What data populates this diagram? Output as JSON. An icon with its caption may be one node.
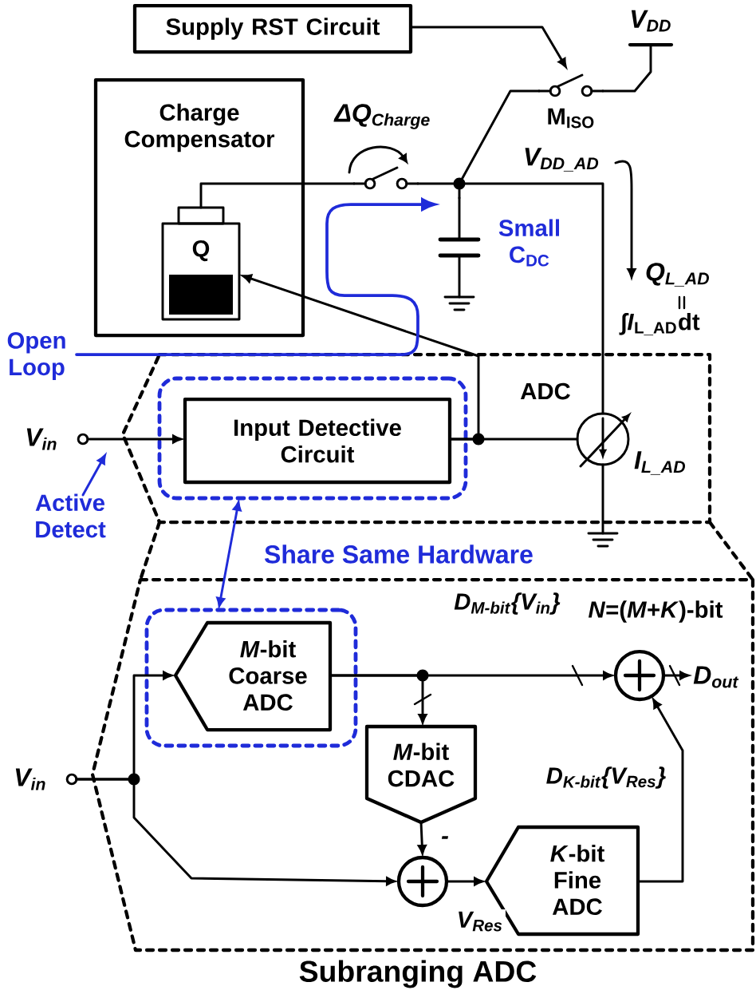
{
  "diagram": {
    "nodes": [
      {
        "text": [
          "Supply RST Circuit"
        ]
      },
      {
        "text": [
          "V$_{DD}$"
        ]
      },
      {
        "text": [],
        "shape": "switch",
        "beside": [
          "M$_{ISO}$"
        ]
      },
      {
        "text": [
          "Charge Compensator"
        ]
      },
      {
        "text": [
          "Q"
        ],
        "in": 3
      },
      {
        "text": [],
        "shape": "switch"
      },
      {
        "text": [],
        "shape": "dot"
      },
      {
        "text": [],
        "shape": "capacitor",
        "beside": [
          "Small C$_{DC}$"
        ]
      },
      {
        "text": [
          "Open Loop"
        ]
      },
      {
        "text": [
          "ADC"
        ]
      },
      {
        "text": [],
        "shape": "box",
        "in": 9
      },
      {
        "text": [
          "Input Detective Circuit"
        ],
        "in": 10
      },
      {
        "text": [],
        "shape": "circle",
        "beside": [
          "I$_{L_AD}$"
        ],
        "in": 9
      },
      {
        "text": [
          "V$_{in}$"
        ]
      },
      {
        "text": [
          "Active Detect"
        ]
      },
      {
        "text": [
          "Subranging ADC"
        ]
      },
      {
        "text": [],
        "shape": "box",
        "in": 15
      },
      {
        "text": [
          "*M*-bit Coarse ADC"
        ],
        "in": 16
      },
      {
        "text": [
          "*M*-bit CDAC"
        ],
        "in": 15
      },
      {
        "text": [
          "V$_{in}$"
        ]
      },
      {
        "text": [],
        "shape": "circle",
        "in": 15
      },
      {
        "text": [
          "*K*-bit Fine ADC"
        ],
        "in": 15
      },
      {
        "text": [],
        "shape": "circle",
        "in": 15
      },
      {
        "text": [
          "D$_{out}$"
        ],
        "in": 15
      }
    ],
    "edges": [
      {
        "from": 0,
        "to": 2,
        "arrow": "to"
      },
      {
        "from": 1,
        "to": 2,
        "arrow": "none"
      },
      {
        "from": 2,
        "to": 6,
        "arrow": "none"
      },
      {
        "from": 4,
        "to": 5,
        "arrow": "none"
      },
      {
        "from": 5,
        "to": 6,
        "arrow": "none"
      },
      {
        "from": 6,
        "to": 7,
        "arrow": "none"
      },
      {
        "from": 6,
        "to": 12,
        "arrow": "none"
      },
      {
        "from": 13,
        "to": 11,
        "arrow": "to"
      },
      {
        "from": 11,
        "to": 4,
        "arrow": "to"
      },
      {
        "from": 11,
        "to": 12,
        "arrow": "none"
      },
      {
        "from": 10,
        "to": 16,
        "arrow": "both",
        "label": "Share Same Hardware",
        "color": "#1f2bd9"
      },
      {
        "from": 19,
        "to": 17,
        "arrow": "to"
      },
      {
        "from": 19,
        "to": 20,
        "arrow": "to"
      },
      {
        "from": 17,
        "to": 22,
        "arrow": "to",
        "label": "D$_{M-bit}${V$_{in}$}"
      },
      {
        "from": 17,
        "to": 18,
        "arrow": "to"
      },
      {
        "from": 18,
        "to": 20,
        "arrow": "to",
        "label": "-"
      },
      {
        "from": 20,
        "to": 21,
        "arrow": "to",
        "label": "V$_{Res}$"
      },
      {
        "from": 21,
        "to": 22,
        "arrow": "to",
        "label": "D$_{K-bit}${V$_{Res}$}"
      },
      {
        "from": 22,
        "to": 23,
        "arrow": "to"
      },
      {
        "from": 8,
        "to": 7,
        "arrow": "to",
        "color": "#1f2bd9"
      },
      {
        "from": 14,
        "to": null,
        "arrow": "to",
        "color": "#1f2bd9"
      }
    ],
    "labels": [
      "ΔQ$_{Charge}$",
      "V$_{DD_AD}$",
      "Q$_{L_AD}$",
      "∫*I*$_{L_AD}$dt",
      "*N*=(*M*+*K*)-bit"
    ]
  }
}
